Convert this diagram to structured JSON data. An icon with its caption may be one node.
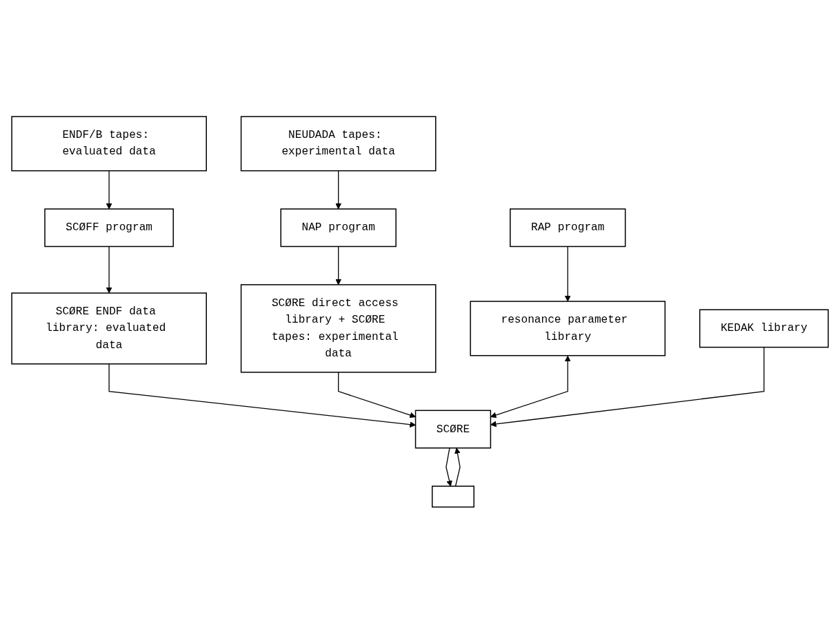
{
  "diagram": {
    "nodes": [
      {
        "text": [
          "ENDF/B tapes: evaluated data"
        ]
      },
      {
        "text": [
          "NEUDADA tapes: experimental data"
        ]
      },
      {
        "text": [
          "SCØFF program"
        ]
      },
      {
        "text": [
          "NAP program"
        ]
      },
      {
        "text": [
          "RAP program"
        ]
      },
      {
        "text": [
          "SCØRE ENDF data library: evaluated data"
        ]
      },
      {
        "text": [
          "SCØRE direct access library + SCØRE tapes: experimental data"
        ]
      },
      {
        "text": [
          "resonance parameter library"
        ]
      },
      {
        "text": [
          "SCØRE"
        ]
      },
      {
        "text": [
          "KEDAK library"
        ]
      },
      {
        "text": [],
        "shape": "box"
      }
    ],
    "edges": [
      {
        "from": 0,
        "to": 2,
        "arrow": "to"
      },
      {
        "from": 1,
        "to": 3,
        "arrow": "to"
      },
      {
        "from": 2,
        "to": 5,
        "arrow": "to"
      },
      {
        "from": 3,
        "to": 6,
        "arrow": "to"
      },
      {
        "from": 4,
        "to": 7,
        "arrow": "to"
      },
      {
        "from": 5,
        "to": 8,
        "arrow": "to"
      },
      {
        "from": 6,
        "to": 8,
        "arrow": "to"
      },
      {
        "from": 8,
        "to": 7,
        "arrow": "both"
      },
      {
        "from": 9,
        "to": 8,
        "arrow": "to"
      },
      {
        "from": 8,
        "to": 10,
        "arrow": "to"
      },
      {
        "from": 10,
        "to": 8,
        "arrow": "to"
      }
    ]
  }
}
